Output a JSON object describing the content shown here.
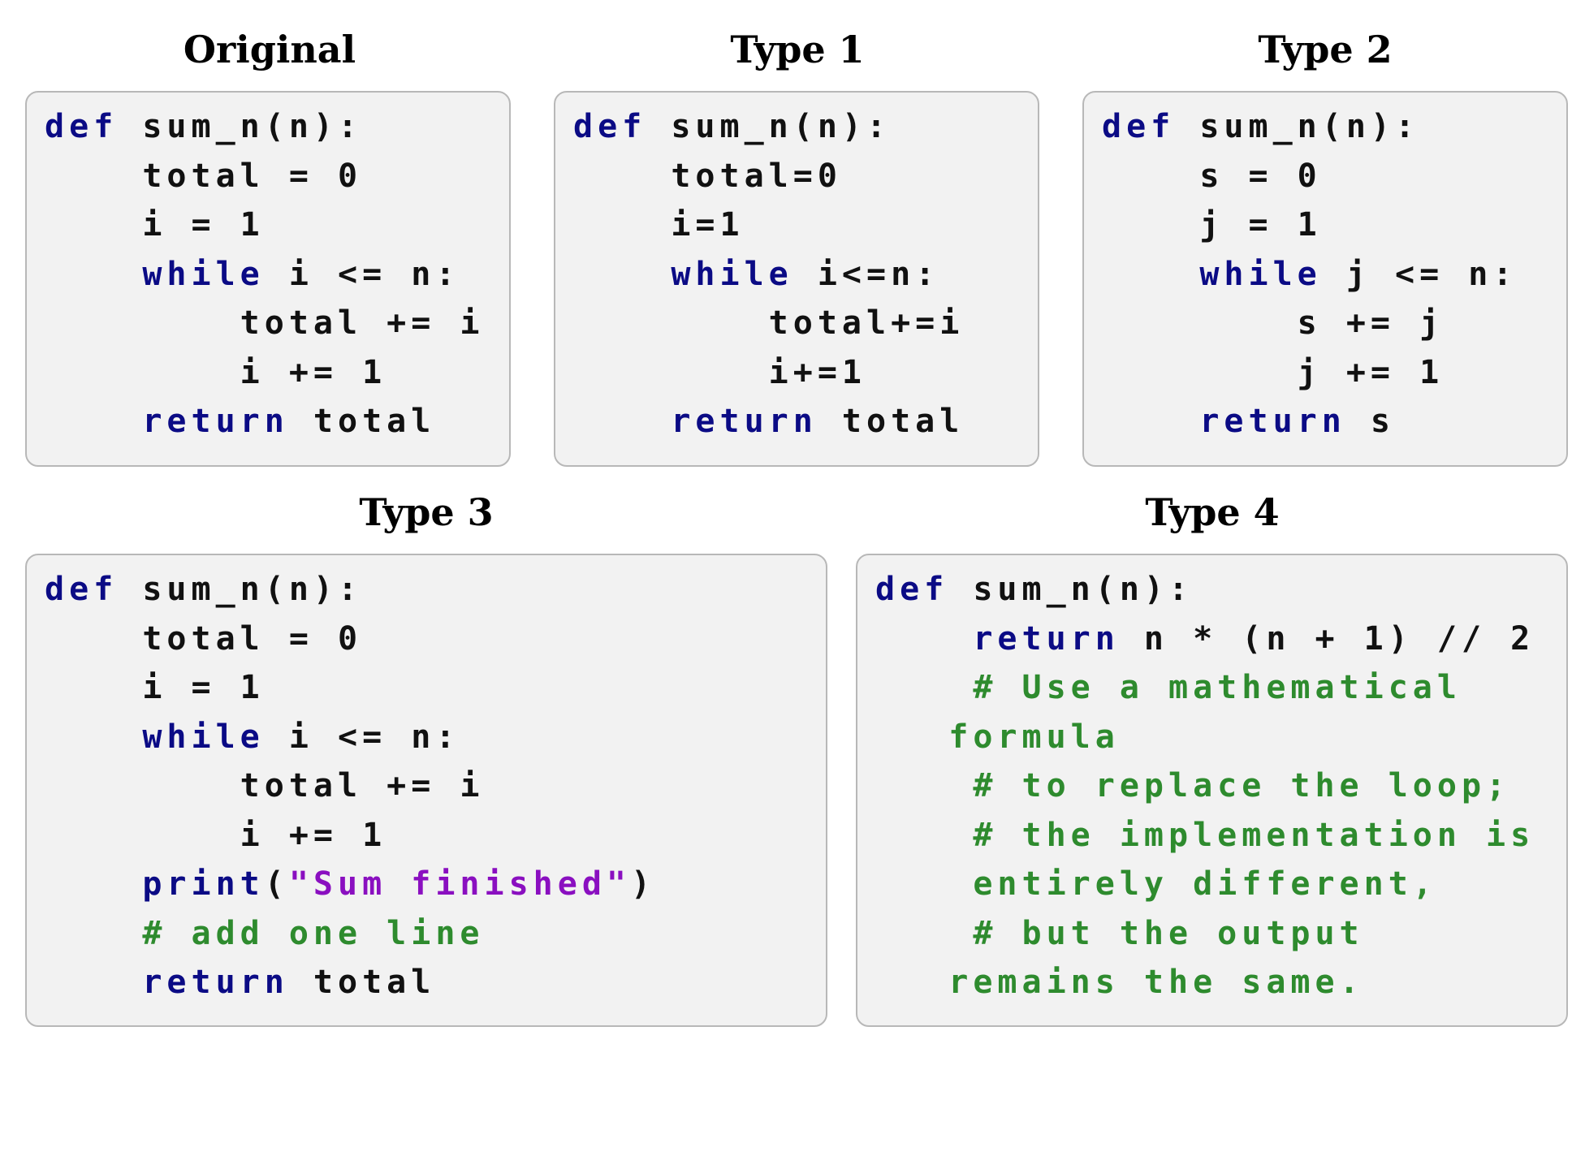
{
  "colors": {
    "keyword": "#0b0b85",
    "string": "#8a0fc0",
    "comment": "#2e8b2e",
    "plain": "#111111",
    "box_background": "#f2f2f2",
    "box_border": "#b8b8b8"
  },
  "panels": [
    {
      "title": "Original",
      "lines": [
        [
          {
            "t": "def",
            "c": "kw"
          },
          {
            "t": " sum_n(n):",
            "c": "plain"
          }
        ],
        [
          {
            "t": "    total = 0",
            "c": "plain"
          }
        ],
        [
          {
            "t": "    i = 1",
            "c": "plain"
          }
        ],
        [
          {
            "t": "    ",
            "c": "plain"
          },
          {
            "t": "while",
            "c": "kw"
          },
          {
            "t": " i <= n:",
            "c": "plain"
          }
        ],
        [
          {
            "t": "        total += i",
            "c": "plain"
          }
        ],
        [
          {
            "t": "        i += 1",
            "c": "plain"
          }
        ],
        [
          {
            "t": "    ",
            "c": "plain"
          },
          {
            "t": "return",
            "c": "kw"
          },
          {
            "t": " total",
            "c": "plain"
          }
        ]
      ]
    },
    {
      "title": "Type 1",
      "lines": [
        [
          {
            "t": "def",
            "c": "kw"
          },
          {
            "t": " sum_n(n):",
            "c": "plain"
          }
        ],
        [
          {
            "t": "    total=0",
            "c": "plain"
          }
        ],
        [
          {
            "t": "    i=1",
            "c": "plain"
          }
        ],
        [
          {
            "t": "    ",
            "c": "plain"
          },
          {
            "t": "while",
            "c": "kw"
          },
          {
            "t": " i<=n:",
            "c": "plain"
          }
        ],
        [
          {
            "t": "        total+=i",
            "c": "plain"
          }
        ],
        [
          {
            "t": "        i+=1",
            "c": "plain"
          }
        ],
        [
          {
            "t": "    ",
            "c": "plain"
          },
          {
            "t": "return",
            "c": "kw"
          },
          {
            "t": " total",
            "c": "plain"
          }
        ]
      ]
    },
    {
      "title": "Type 2",
      "lines": [
        [
          {
            "t": "def",
            "c": "kw"
          },
          {
            "t": " sum_n(n):",
            "c": "plain"
          }
        ],
        [
          {
            "t": "    s = 0",
            "c": "plain"
          }
        ],
        [
          {
            "t": "    j = 1",
            "c": "plain"
          }
        ],
        [
          {
            "t": "    ",
            "c": "plain"
          },
          {
            "t": "while",
            "c": "kw"
          },
          {
            "t": " j <= n:",
            "c": "plain"
          }
        ],
        [
          {
            "t": "        s += j",
            "c": "plain"
          }
        ],
        [
          {
            "t": "        j += 1",
            "c": "plain"
          }
        ],
        [
          {
            "t": "    ",
            "c": "plain"
          },
          {
            "t": "return",
            "c": "kw"
          },
          {
            "t": " s",
            "c": "plain"
          }
        ]
      ]
    },
    {
      "title": "Type 3",
      "lines": [
        [
          {
            "t": "def",
            "c": "kw"
          },
          {
            "t": " sum_n(n):",
            "c": "plain"
          }
        ],
        [
          {
            "t": "    total = 0",
            "c": "plain"
          }
        ],
        [
          {
            "t": "    i = 1",
            "c": "plain"
          }
        ],
        [
          {
            "t": "    ",
            "c": "plain"
          },
          {
            "t": "while",
            "c": "kw"
          },
          {
            "t": " i <= n:",
            "c": "plain"
          }
        ],
        [
          {
            "t": "        total += i",
            "c": "plain"
          }
        ],
        [
          {
            "t": "        i += 1",
            "c": "plain"
          }
        ],
        [
          {
            "t": "    ",
            "c": "plain"
          },
          {
            "t": "print",
            "c": "kw"
          },
          {
            "t": "(",
            "c": "plain"
          },
          {
            "t": "\"Sum finished\"",
            "c": "str"
          },
          {
            "t": ")",
            "c": "plain"
          }
        ],
        [
          {
            "t": "    # add one line",
            "c": "com"
          }
        ],
        [
          {
            "t": "    ",
            "c": "plain"
          },
          {
            "t": "return",
            "c": "kw"
          },
          {
            "t": " total",
            "c": "plain"
          }
        ]
      ]
    },
    {
      "title": "Type 4",
      "lines": [
        [
          {
            "t": "def",
            "c": "kw"
          },
          {
            "t": " sum_n(n):",
            "c": "plain"
          }
        ],
        [
          {
            "t": "    ",
            "c": "plain"
          },
          {
            "t": "return",
            "c": "kw"
          },
          {
            "t": " n * (n + 1) // 2",
            "c": "plain"
          }
        ],
        [
          {
            "t": "    # Use a mathematical",
            "c": "com"
          }
        ],
        [
          {
            "t": "   formula",
            "c": "com"
          }
        ],
        [
          {
            "t": "    # to replace the loop;",
            "c": "com"
          }
        ],
        [
          {
            "t": "    # the implementation is",
            "c": "com"
          }
        ],
        [
          {
            "t": "    entirely different,",
            "c": "com"
          }
        ],
        [
          {
            "t": "    # but the output",
            "c": "com"
          }
        ],
        [
          {
            "t": "   remains the same.",
            "c": "com"
          }
        ]
      ]
    }
  ]
}
